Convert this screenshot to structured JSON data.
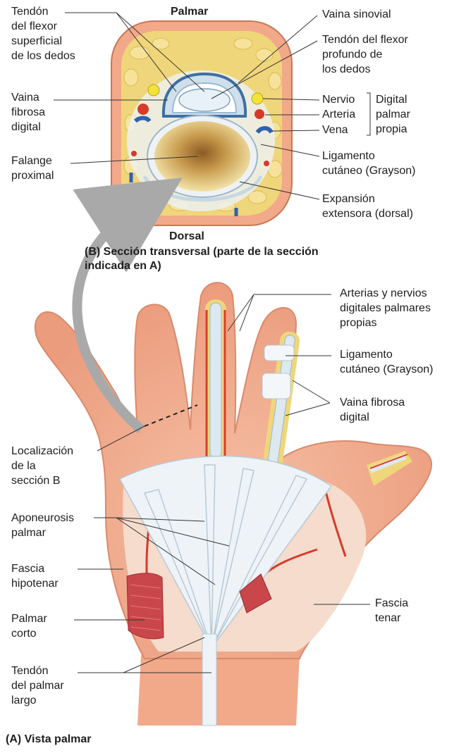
{
  "cross_section": {
    "top_label": "Palmar",
    "bottom_label": "Dorsal",
    "caption": "(B) Sección transversal (parte de la sección\nindicada en A)",
    "labels": {
      "flexor_superficial": "Tendón\ndel flexor\nsuperficial\nde los dedos",
      "vaina_fibrosa": "Vaina\nfibrosa\ndigital",
      "falange": "Falange\nproximal",
      "vaina_sinovial": "Vaina sinovial",
      "flexor_profundo": "Tendón del flexor\nprofundo de\nlos dedos",
      "nervio": "Nervio",
      "arteria": "Arteria",
      "vena": "Vena",
      "digital_group": "Digital\npalmar\npropia",
      "ligamento": "Ligamento\ncutáneo (Grayson)",
      "expansion": "Expansión\nextensora (dorsal)"
    }
  },
  "hand": {
    "caption": "(A) Vista palmar",
    "labels": {
      "arterias_nervios": "Arterias y nervios\ndigitales palmares\npropias",
      "ligamento": "Ligamento\ncutáneo (Grayson)",
      "vaina_fibrosa": "Vaina fibrosa\ndigital",
      "localizacion": "Localización\nde la\nsección B",
      "aponeurosis": "Aponeurosis\npalmar",
      "fascia_hipotenar": "Fascia\nhipotenar",
      "palmar_corto": "Palmar\ncorto",
      "tendon_palmar": "Tendón\ndel palmar\nlargo",
      "fascia_tenar": "Fascia\ntenar"
    }
  },
  "colors": {
    "skin": "#f2a98a",
    "skin_dark": "#e08a6c",
    "fat": "#f0d67a",
    "tendon": "#dde8ef",
    "bone": "#f3e3a8",
    "artery": "#d63a2a",
    "vein": "#2f63b0",
    "nerve": "#f2e23a",
    "muscle": "#c9474a",
    "arrow": "#a9a9a9"
  }
}
